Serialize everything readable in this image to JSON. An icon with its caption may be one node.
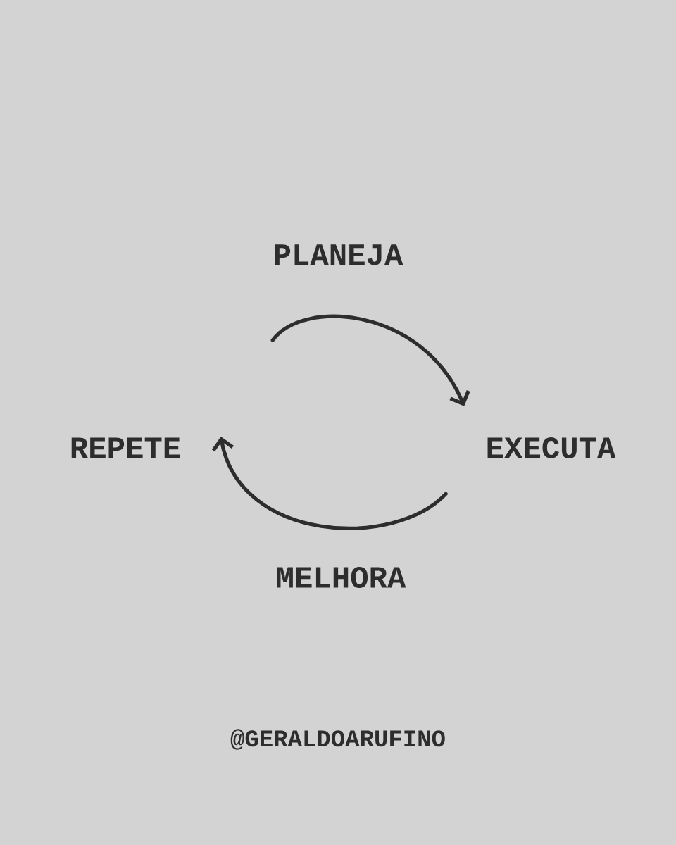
{
  "diagram": {
    "nodes": [
      {
        "text": [
          "PLANEJA"
        ]
      },
      {
        "text": [
          "EXECUTA"
        ]
      },
      {
        "text": [
          "MELHORA"
        ]
      },
      {
        "text": [
          "REPETE"
        ]
      }
    ],
    "edges": [
      {
        "from": 0,
        "to": 1,
        "arrow": "to"
      },
      {
        "from": 1,
        "to": 3,
        "arrow": "to"
      }
    ],
    "labels": [
      "@GERALDOARUFINO"
    ]
  }
}
